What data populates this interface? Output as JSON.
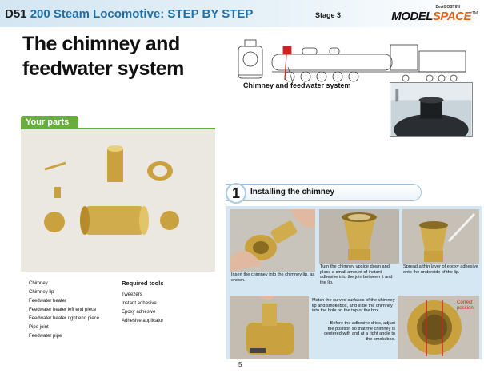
{
  "header": {
    "series_code": "D51",
    "series_title": "200 Steam Locomotive: STEP BY STEP",
    "stage": "Stage 3",
    "brand_small": "DeAGOSTINI",
    "brand_model": "MODEL",
    "brand_space": "SPACE",
    "brand_tm": "TM"
  },
  "page_title_line1": "The chimney and",
  "page_title_line2": "feedwater system",
  "diagram_caption": "Chimney and feedwater system",
  "parts": {
    "heading": "Your parts",
    "items": [
      "Chimney",
      "Chimney lip",
      "Feedwater heater",
      "Feedwater heater left end piece",
      "Feedwater heater right end piece",
      "Pipe joint",
      "Feedwater pipe"
    ]
  },
  "tools": {
    "heading": "Required tools",
    "items": [
      "Tweezers",
      "Instant adhesive",
      "Epoxy adhesive",
      "Adhesive applicator"
    ]
  },
  "step": {
    "number": "1",
    "title": "Installing the chimney",
    "captions": [
      "Insert the chimney into the chimney lip, as shown.",
      "Turn the chimney upside down and place a small amount of instant adhesive into the join between it and the lip.",
      "Spread a thin layer of epoxy adhesive onto the underside of the lip.",
      "Match the curved surfaces of the chimney lip and smokebox, and slide the chimney into the hole on the top of the box.",
      "Before the adhesive dries, adjust the position so that the chimney is centered with and at a right angle to the smokebox."
    ],
    "correct_position_line1": "Correct",
    "correct_position_line2": "position"
  },
  "page_number": "5",
  "colors": {
    "header_blue": "#d3e6f2",
    "accent_blue": "#1f6fa8",
    "parts_green": "#6aac3e",
    "instruction_bg": "#d5e7f3",
    "brand_orange": "#e0661c"
  }
}
